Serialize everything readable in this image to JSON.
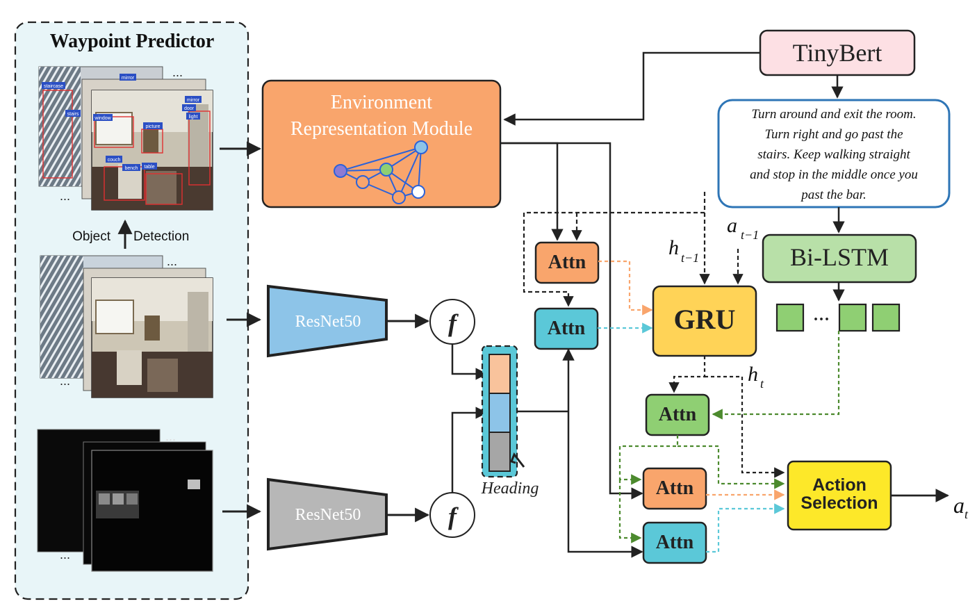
{
  "panel": {
    "title": "Waypoint Predictor",
    "detection_left": "Object",
    "detection_right": "Detection",
    "ellipsis": "..."
  },
  "detection_tags": [
    "staircase",
    "stairs",
    "mirror",
    "window",
    "picture",
    "door",
    "light",
    "couch",
    "bench",
    "table",
    "mirror"
  ],
  "modules": {
    "erm_line1": "Environment",
    "erm_line2": "Representation Module",
    "resnet_rgb": "ResNet50",
    "resnet_depth": "ResNet50",
    "f_symbol": "f",
    "heading": "Heading",
    "tinybert": "TinyBert",
    "instruction": [
      "Turn around and exit the room.",
      "Turn right and go past the",
      "stairs. Keep walking straight",
      "and stop in the middle once you",
      "past the bar."
    ],
    "bilstm": "Bi-LSTM",
    "bilstm_dots": "···",
    "gru": "GRU",
    "attn": "Attn",
    "action_line1": "Action",
    "action_line2": "Selection"
  },
  "labels": {
    "h_prev": "h",
    "h_prev_sub": "t−1",
    "a_prev": "a",
    "a_prev_sub": "t−1",
    "h_t": "h",
    "h_t_sub": "t",
    "a_t": "a",
    "a_t_sub": "t"
  },
  "colors": {
    "panel_bg": "#e8f5f8",
    "erm": "#f9a56c",
    "tinybert": "#fde0e4",
    "instruction_border": "#2e75b6",
    "bilstm": "#b8e0a8",
    "gru": "#ffd357",
    "attn_orange": "#f9a56c",
    "attn_cyan": "#5bc8d8",
    "attn_green": "#8fcf73",
    "action": "#fde829",
    "resnet_rgb": "#8dc4e8",
    "resnet_depth": "#b7b7b7",
    "heading_top": "#f9c39c",
    "heading_mid": "#8dc4e8",
    "heading_bot": "#a6a6a6",
    "dash_orange": "#f9a56c",
    "dash_cyan": "#5bc8d8",
    "dash_green": "#4c8a2e"
  }
}
